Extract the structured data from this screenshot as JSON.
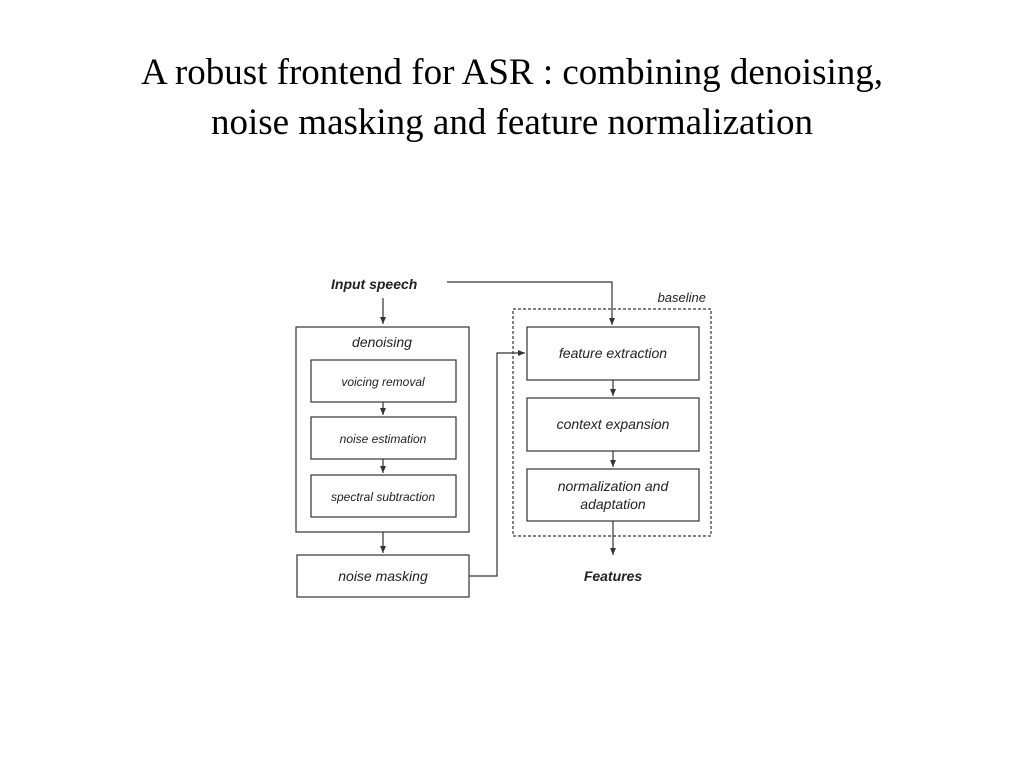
{
  "slide": {
    "title_line1": "A robust frontend for ASR : combining denoising,",
    "title_line2": "noise masking and feature normalization"
  },
  "diagram": {
    "input_label": "Input speech",
    "denoising_group_label": "denoising",
    "voicing_removal": "voicing removal",
    "noise_estimation": "noise estimation",
    "spectral_subtraction": "spectral subtraction",
    "noise_masking": "noise masking",
    "baseline_group_label": "baseline",
    "feature_extraction": "feature extraction",
    "context_expansion": "context expansion",
    "normalization_line1": "normalization and",
    "normalization_line2": "adaptation",
    "output_label": "Features"
  }
}
